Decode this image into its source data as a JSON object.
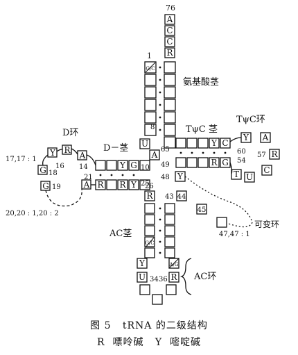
{
  "diagram": {
    "labels": {
      "n76": "76",
      "n1": "1",
      "acceptor_stem": "氨基酸茎",
      "n8": "8",
      "d_stem": "D－茎",
      "n14": "14",
      "n10": "10",
      "d_loop": "D环",
      "n16": "16",
      "n1718": "17,17 : 1",
      "n18": "18",
      "n19": "19",
      "n2020": "20,20 : 1,20 : 2",
      "n21": "21",
      "n25": "25",
      "n26": "26",
      "n43": "43",
      "n44": "44",
      "n45": "45",
      "n4747": "47,47 : 1",
      "var_loop": "可变环",
      "n48": "48",
      "n49": "49",
      "n65": "65",
      "t_stem": "TψC 茎",
      "t_loop": "TψC环",
      "n60": "60",
      "n57": "57",
      "n54": "54",
      "ac_stem": "AC茎",
      "ac_loop": "AC环",
      "n34": "34",
      "n36": "36"
    },
    "bases": {
      "acc_A1": "A",
      "acc_C2": "C",
      "acc_C3": "C",
      "acc_R": "R",
      "pair_gc": "G/C",
      "d_U": "U",
      "d_A": "A",
      "d_Y1": "Y",
      "d_R1": "R",
      "d_A14": "A",
      "d_G18": "G",
      "d_G19": "G",
      "dstem_Y": "Y",
      "dstem_G": "G",
      "dstem_A21": "A",
      "dstem_R1": "R",
      "dstem_R2": "R",
      "dstem_Y2": "Y",
      "t_Y": "Y",
      "t_C": "C",
      "t_R": "R",
      "t_G": "G",
      "t_Y48": "Y",
      "tl_Y": "Y",
      "tl_A": "A",
      "tl_R": "R",
      "tl_T": "T",
      "tl_U": "U",
      "tl_C": "C",
      "ac_R26": "R",
      "ac_44": "44",
      "ac_45": "45",
      "ac_GC": "G/C",
      "ac_Y": "Y",
      "ac_U": "U",
      "ac_AG": "A/G",
      "ac_R36": "R"
    }
  },
  "caption": {
    "line1": "图 5   tRNA 的二级结构",
    "line2": "R  嘌呤碱   Y  嘧啶碱"
  }
}
